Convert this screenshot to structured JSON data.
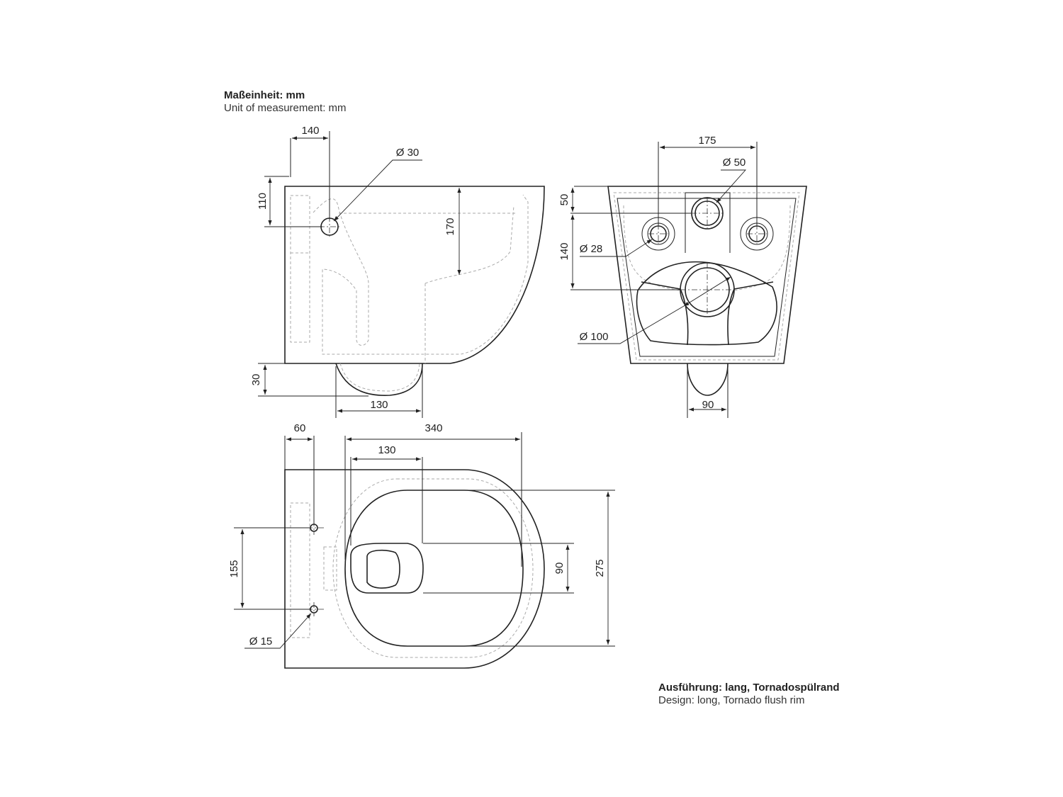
{
  "header": {
    "unit_de": "Maßeinheit: mm",
    "unit_en": "Unit of measurement: mm"
  },
  "footer": {
    "design_de": "Ausführung: lang, Tornadospülrand",
    "design_en": "Design: long, Tornado flush rim"
  },
  "side_view": {
    "d140": "140",
    "d110": "110",
    "d30": "30",
    "d130": "130",
    "d170": "170",
    "dia30": "Ø 30"
  },
  "rear_view": {
    "d175": "175",
    "dia50": "Ø 50",
    "d50": "50",
    "d140": "140",
    "dia28": "Ø 28",
    "dia100": "Ø 100",
    "d90": "90"
  },
  "top_view": {
    "d60": "60",
    "d340": "340",
    "d130": "130",
    "d155": "155",
    "dia15": "Ø 15",
    "d90": "90",
    "d275": "275"
  }
}
